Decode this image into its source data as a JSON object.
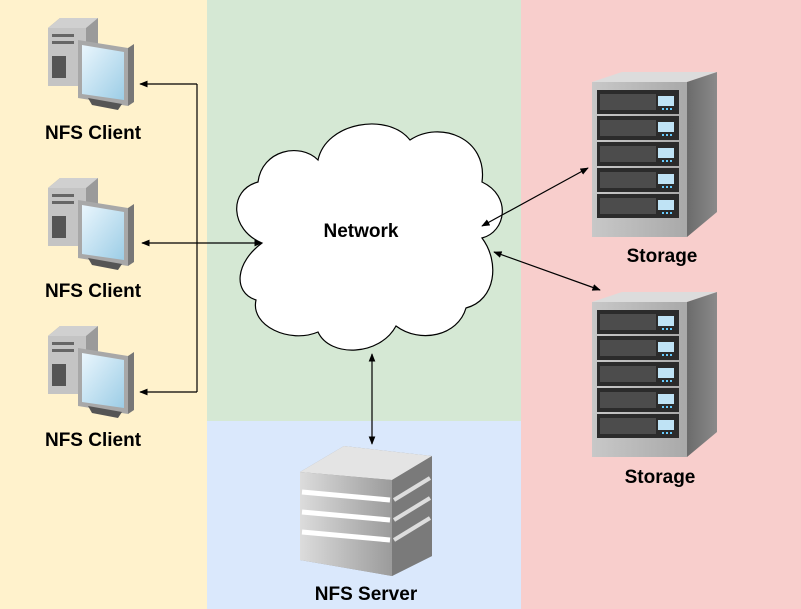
{
  "zones": {
    "clients": "#fff2cc",
    "network": "#d5e8d4",
    "server": "#dae8fc",
    "storage": "#f8cecc"
  },
  "network": {
    "label": "Network",
    "icon": "cloud-icon"
  },
  "clients": [
    {
      "label": "NFS Client",
      "icon": "desktop-computer-icon"
    },
    {
      "label": "NFS Client",
      "icon": "desktop-computer-icon"
    },
    {
      "label": "NFS Client",
      "icon": "desktop-computer-icon"
    }
  ],
  "storage": [
    {
      "label": "Storage",
      "icon": "server-rack-icon"
    },
    {
      "label": "Storage",
      "icon": "server-rack-icon"
    }
  ],
  "server": {
    "label": "NFS Server",
    "icon": "datacenter-server-icon"
  }
}
